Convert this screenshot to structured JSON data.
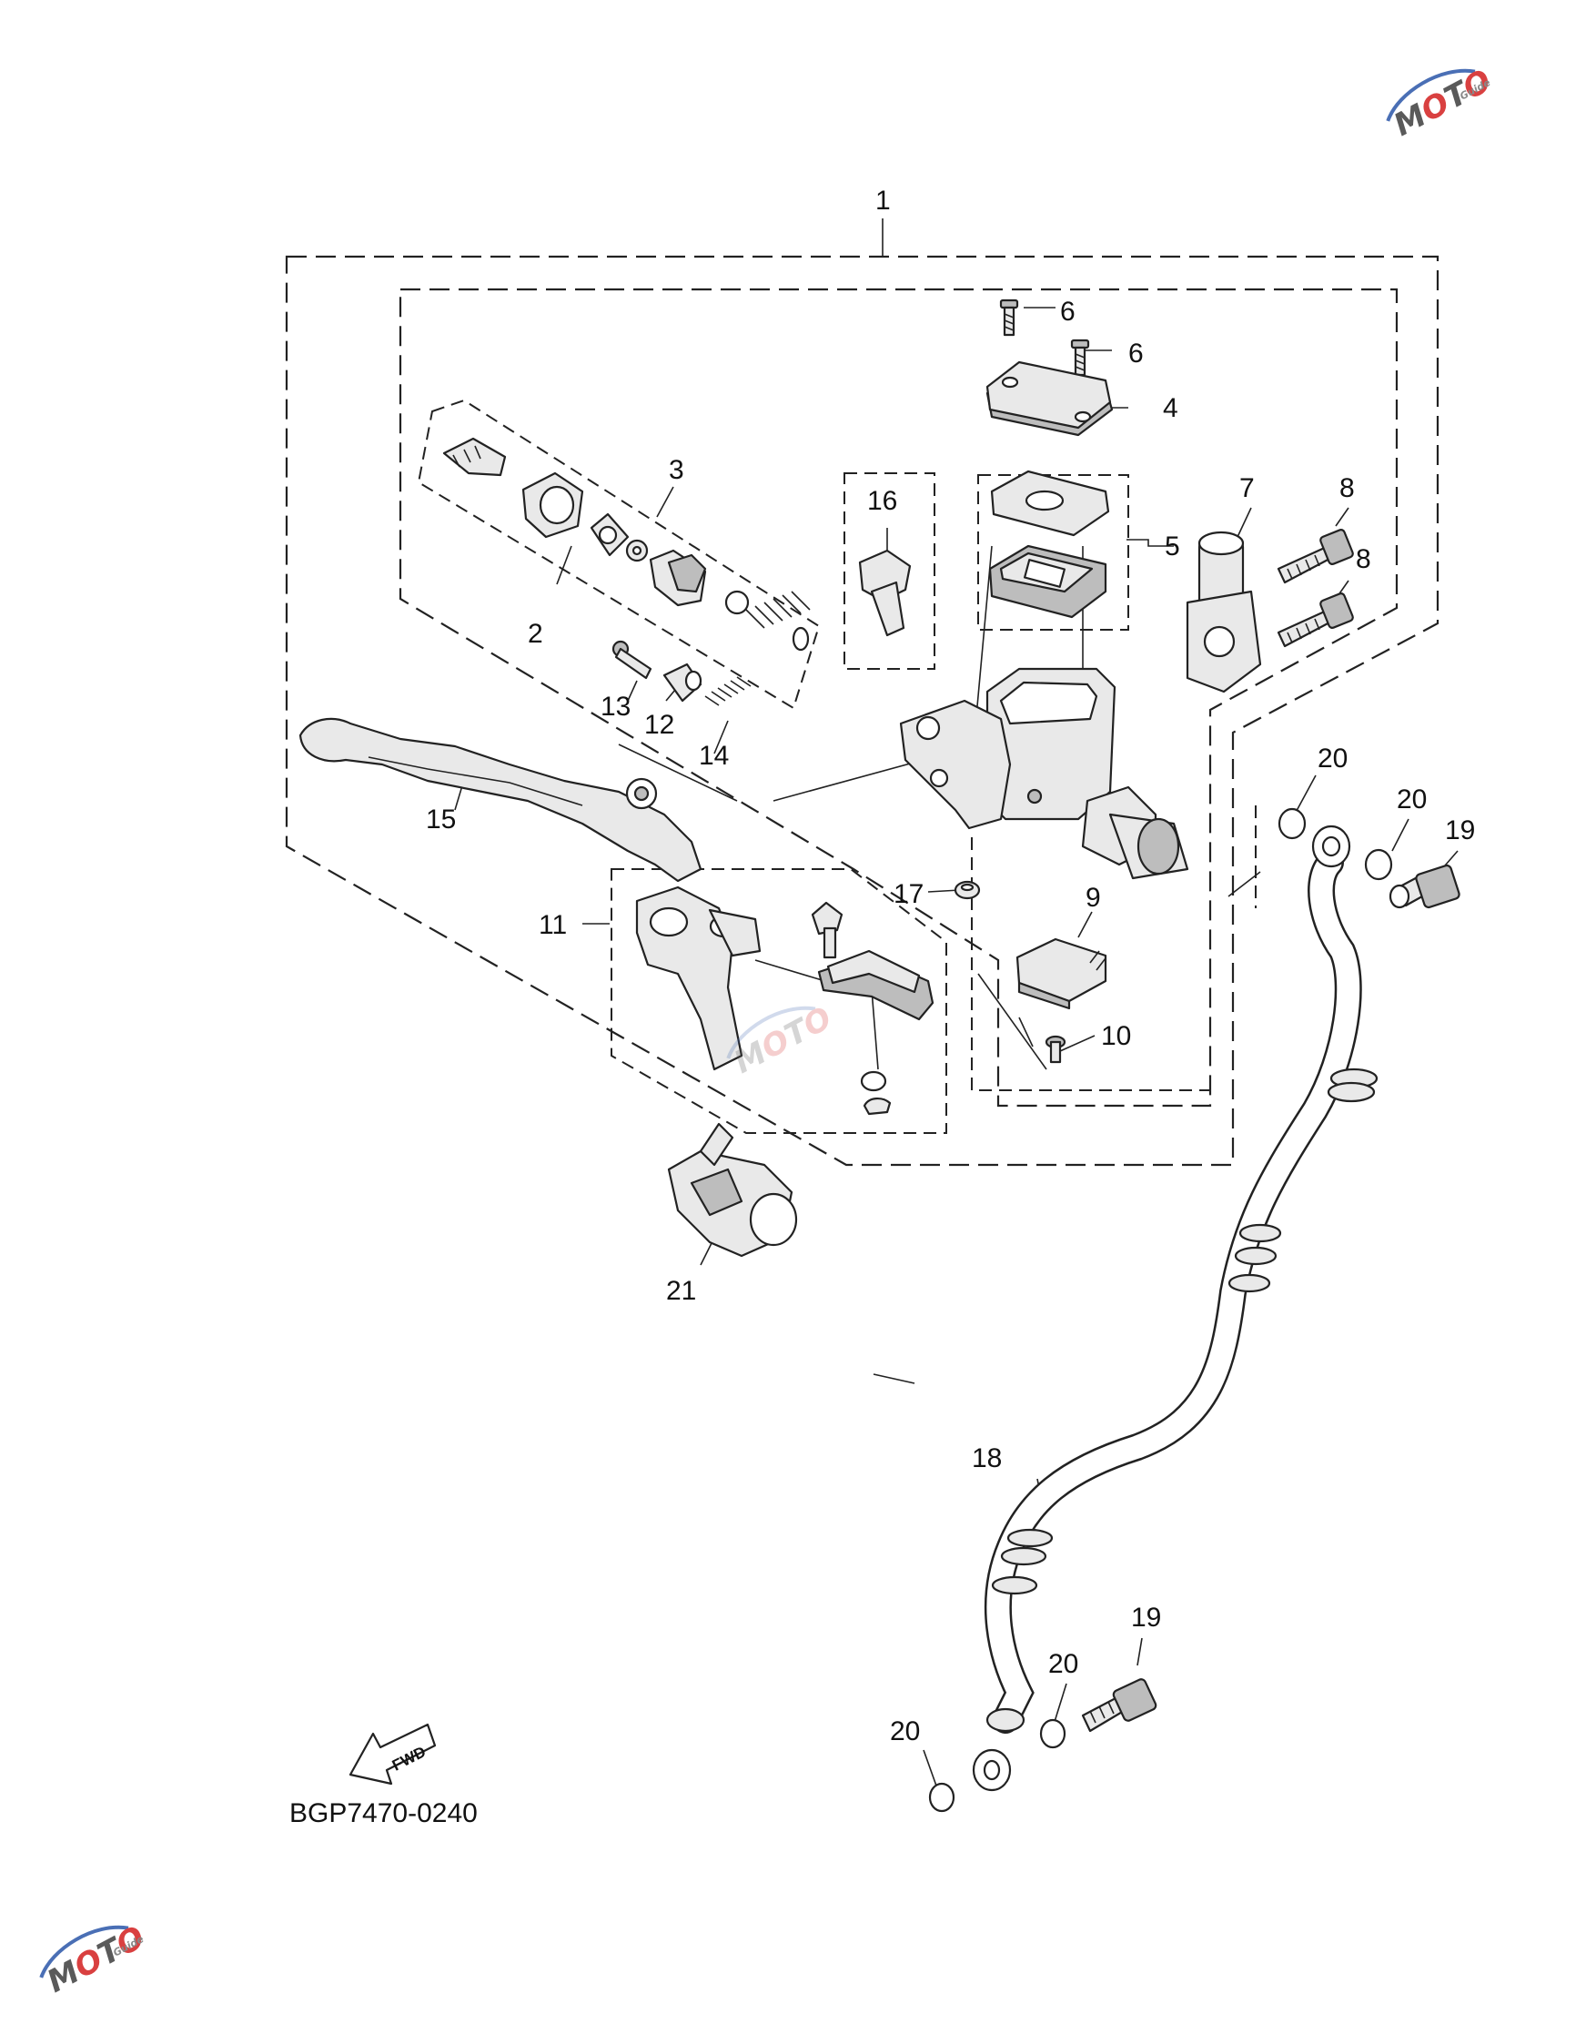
{
  "diagram": {
    "code": "BGP7470-0240",
    "fwd_label": "FWD",
    "callouts": {
      "n1": "1",
      "n2": "2",
      "n3": "3",
      "n4": "4",
      "n5": "5",
      "n6a": "6",
      "n6b": "6",
      "n7": "7",
      "n8a": "8",
      "n8b": "8",
      "n9": "9",
      "n10": "10",
      "n11": "11",
      "n12": "12",
      "n13": "13",
      "n14": "14",
      "n15": "15",
      "n16": "16",
      "n17": "17",
      "n18": "18",
      "n19a": "19",
      "n19b": "19",
      "n20a": "20",
      "n20b": "20",
      "n20c": "20",
      "n20d": "20",
      "n21": "21"
    }
  },
  "watermark": {
    "text_main": "MOTO",
    "text_small": "Guide",
    "color_dark": "#5a5a5a",
    "color_accent": "#d94040",
    "color_arc": "#4a6fb5"
  }
}
